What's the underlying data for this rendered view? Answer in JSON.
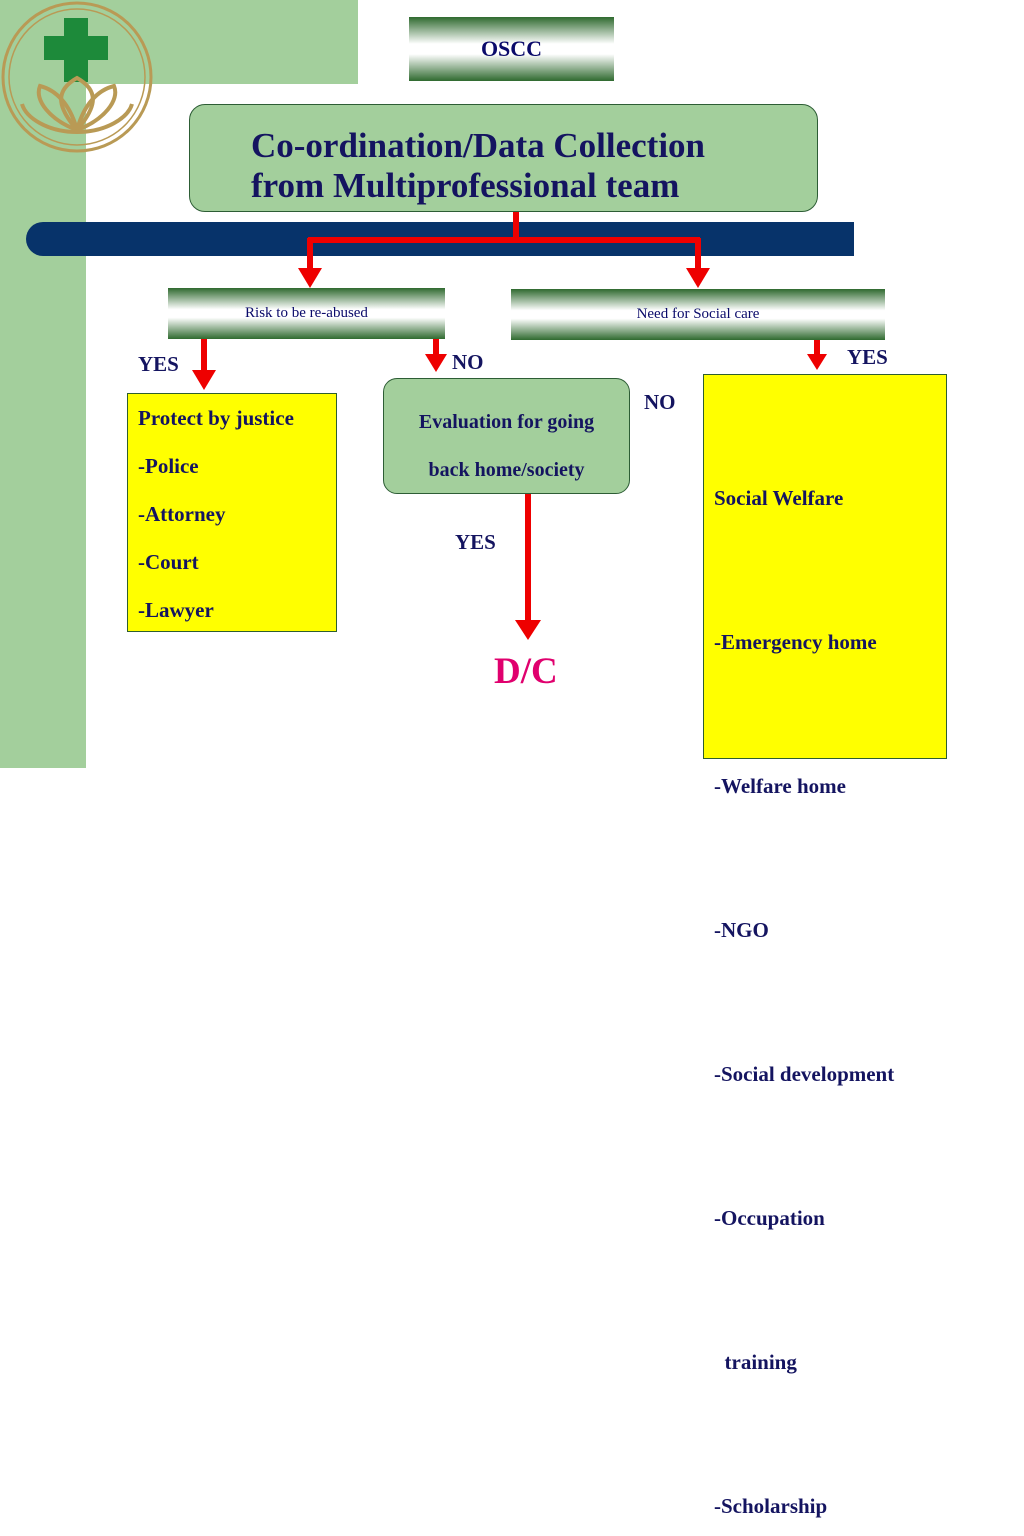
{
  "header": {
    "title": "OSCC"
  },
  "coordination": {
    "line1": "Co-ordination/Data Collection",
    "line2": "from Multiprofessional team"
  },
  "branches": {
    "risk": "Risk to be re-abused",
    "need": "Need for Social care"
  },
  "labels": {
    "yes_left": "YES",
    "no_mid": "NO",
    "no_right": "NO",
    "yes_right": "YES",
    "yes_eval": "YES"
  },
  "evaluation": {
    "line1": "Evaluation for going",
    "line2": "back home/society"
  },
  "justice": {
    "title": "Protect by justice",
    "items": [
      "-Police",
      "-Attorney",
      "-Court",
      "-Lawyer"
    ]
  },
  "welfare": {
    "title": "Social Welfare",
    "items": [
      "-Emergency home",
      "-Welfare home",
      "-NGO",
      "-Social development",
      "-Occupation",
      "  training",
      "-Scholarship"
    ]
  },
  "outcome": {
    "dc": "D/C"
  },
  "colors": {
    "green": "#a3cf9c",
    "navy": "#07336a",
    "arrow": "#ee0000",
    "yellow": "#ffff00",
    "dc": "#e0006e"
  }
}
